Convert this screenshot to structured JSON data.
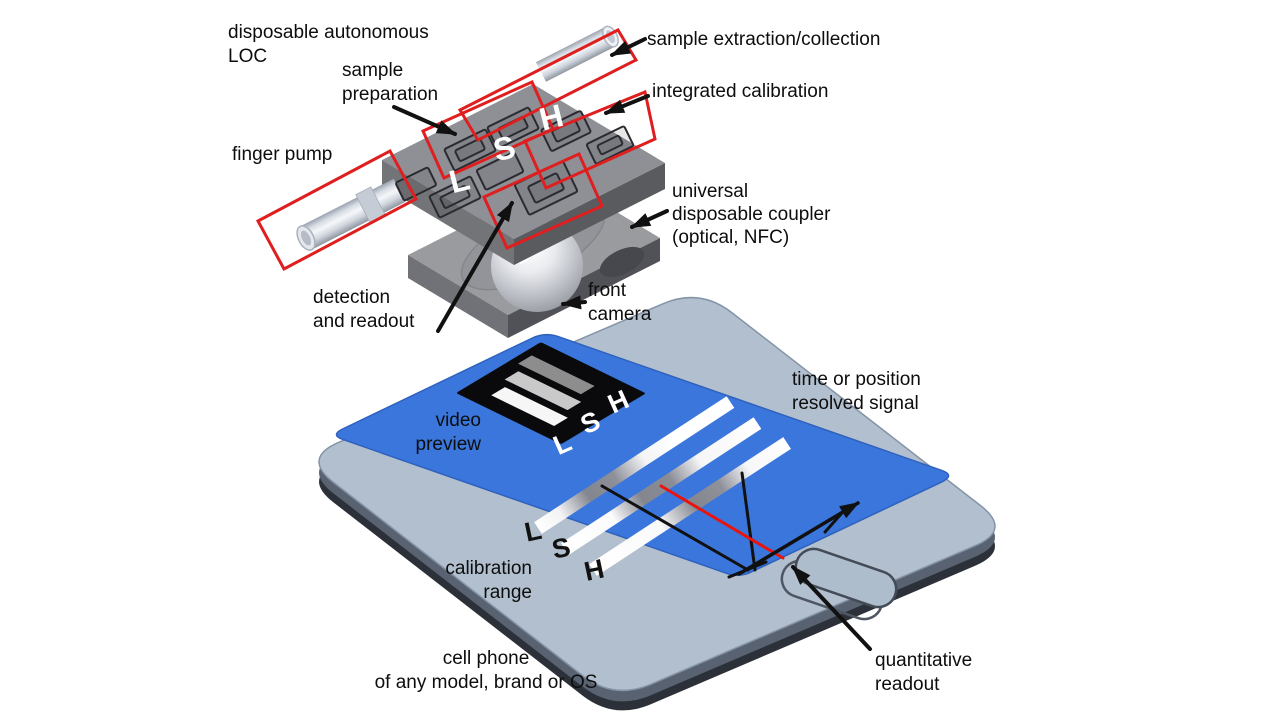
{
  "figure_type": "lab-on-chip smartphone diagnostic schematic",
  "colors": {
    "background": "#ffffff",
    "annotation_red": "#df1f1f",
    "scanline_red": "#e8140f",
    "arrow_black": "#111111",
    "screen_blue": "#3a76dc",
    "phone_body": "#b2bfce",
    "phone_edge_dark": "#2c3038",
    "chip_gray": "#8f9096",
    "coupler_gray": "#9a9b9f",
    "video_preview_bg": "#0a0a0c"
  },
  "labels": {
    "disposable_loc": {
      "lines": [
        "disposable autonomous",
        "LOC"
      ]
    },
    "sample_preparation": {
      "lines": [
        "sample",
        "preparation"
      ]
    },
    "sample_extraction": {
      "lines": [
        "sample extraction/collection"
      ]
    },
    "integrated_calibration": {
      "lines": [
        "integrated calibration"
      ]
    },
    "finger_pump": {
      "lines": [
        "finger pump"
      ]
    },
    "universal_coupler": {
      "lines": [
        "universal",
        "disposable coupler",
        "(optical, NFC)"
      ]
    },
    "detection_readout": {
      "lines": [
        "detection",
        "and readout"
      ]
    },
    "front_camera": {
      "lines": [
        "front",
        "camera"
      ]
    },
    "video_preview": {
      "lines": [
        "video",
        "preview"
      ]
    },
    "time_position_signal": {
      "lines": [
        "time or position",
        "resolved signal"
      ]
    },
    "calibration_range": {
      "lines": [
        "calibration",
        "range"
      ]
    },
    "cell_phone": {
      "lines": [
        "cell phone",
        "of any model, brand or OS"
      ]
    },
    "quantitative_readout": {
      "lines": [
        "quantitative",
        "readout"
      ]
    }
  },
  "markers": {
    "low": "L",
    "sample": "S",
    "high": "H"
  }
}
